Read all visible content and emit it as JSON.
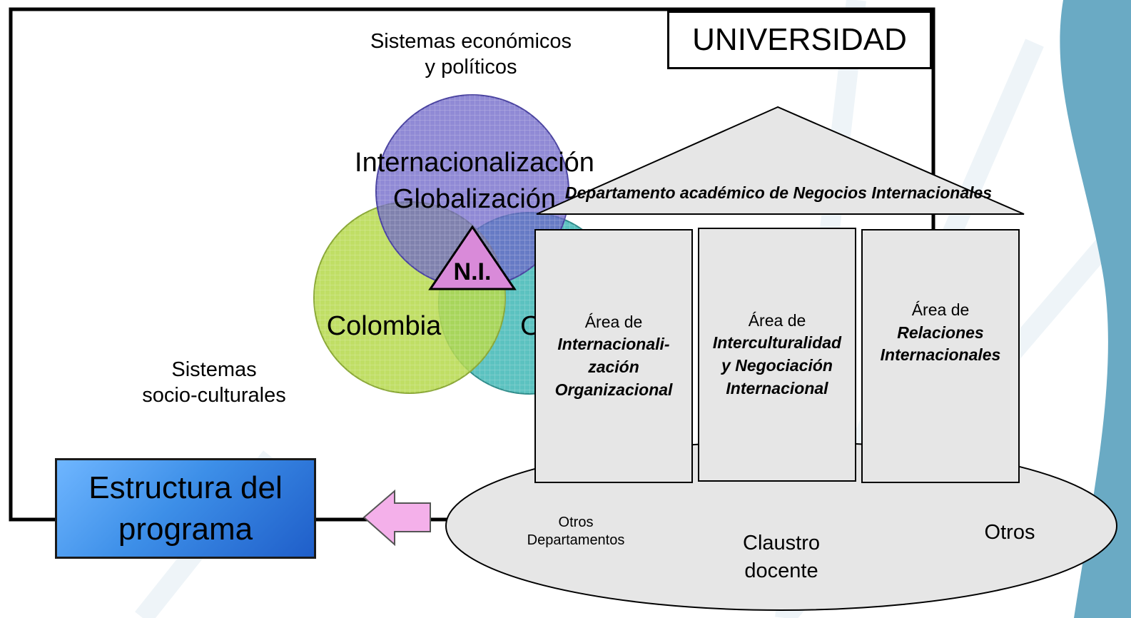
{
  "university_label": "UNIVERSIDAD",
  "top_context": [
    "Sistemas económicos",
    "y políticos"
  ],
  "left_context": [
    "Sistemas",
    "socio-culturales"
  ],
  "venn": {
    "top_circle": [
      "Internacionalización",
      "Globalización"
    ],
    "left_circle": "Colombia",
    "right_circle_partial": "O",
    "center": "N.I."
  },
  "department_title": "Departamento académico de Negocios Internacionales",
  "areas": [
    {
      "prefix": "Área de",
      "name_lines": [
        "Internacionali-",
        "zación",
        "Organizacional"
      ]
    },
    {
      "prefix": "Área de",
      "name_lines": [
        "Interculturalidad",
        "y Negociación",
        "Internacional"
      ]
    },
    {
      "prefix": "Área de",
      "name_lines": [
        "Relaciones",
        "Internacionales"
      ]
    }
  ],
  "base": {
    "left": [
      "Otros",
      "Departamentos"
    ],
    "center": [
      "Claustro",
      "docente"
    ],
    "right": "Otros"
  },
  "program_box": [
    "Estructura del",
    "programa"
  ],
  "colors": {
    "background_band": "#6aaac4",
    "circle_top": "#6b63c7",
    "circle_left": "#b5d84a",
    "circle_right": "#3fb7b5",
    "triangle": "#d98ad9",
    "program_box": "#3d8fe8",
    "arrow": "#f4b0ea",
    "building_fill": "#e6e6e6"
  }
}
